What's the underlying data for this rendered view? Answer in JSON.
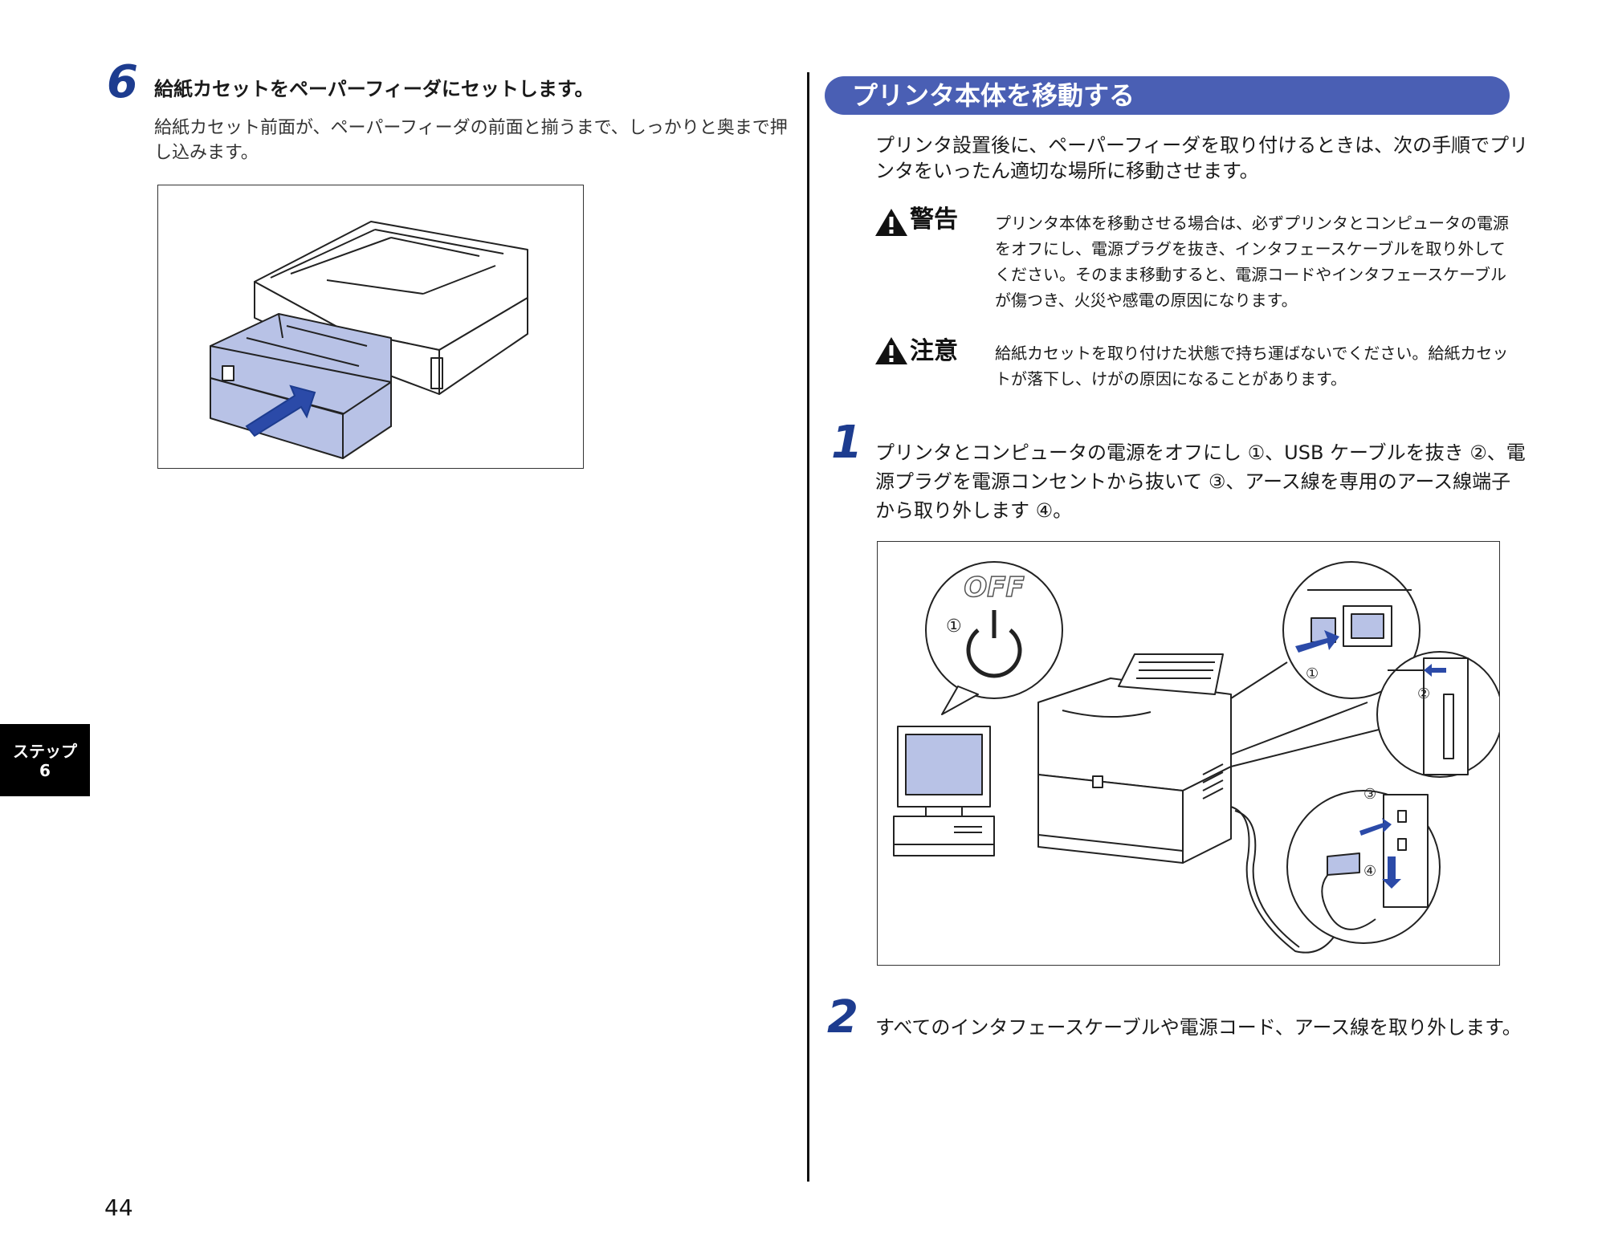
{
  "left": {
    "step6": {
      "number": "6",
      "title": "給紙カセットをペーパーフィーダにセットします。",
      "desc_line1": "給紙カセット前面が、ペーパーフィーダの前面と揃うまで、しっかりと奥まで押",
      "desc_line2": "し込みます。"
    }
  },
  "right": {
    "section_title": "プリンタ本体を移動する",
    "intro_line1": "プリンタ設置後に、ペーパーフィーダを取り付けるときは、次の手順でプリ",
    "intro_line2": "ンタをいったん適切な場所に移動させます。",
    "warning": {
      "label": "警告",
      "lines": [
        "プリンタ本体を移動させる場合は、必ずプリンタとコンピュータの電源",
        "をオフにし、電源プラグを抜き、インタフェースケーブルを取り外して",
        "ください。そのまま移動すると、電源コードやインタフェースケーブル",
        "が傷つき、火災や感電の原因になります。"
      ]
    },
    "caution": {
      "label": "注意",
      "lines": [
        "給紙カセットを取り付けた状態で持ち運ばないでください。給紙カセッ",
        "トが落下し、けがの原因になることがあります。"
      ]
    },
    "step1": {
      "number": "1",
      "lines": [
        "プリンタとコンピュータの電源をオフにし ①、USB ケーブルを抜き ②、電",
        "源プラグを電源コンセントから抜いて ③、アース線を専用のアース線端子",
        "から取り外します ④。"
      ]
    },
    "figure": {
      "off_label": "OFF",
      "circ1": "①",
      "circ1b": "①",
      "circ2": "②",
      "circ3": "③",
      "circ4": "④"
    },
    "step2": {
      "number": "2",
      "title": "すべてのインタフェースケーブルや電源コード、アース線を取り外します。"
    }
  },
  "side_tab": {
    "line1": "ステップ",
    "line2": "6"
  },
  "page_number": "44",
  "colors": {
    "accent_blue": "#1d3c8f",
    "banner_blue": "#4a5fb4",
    "illustration_fill": "#b8c2e6",
    "arrow_blue": "#2b4aa8"
  }
}
